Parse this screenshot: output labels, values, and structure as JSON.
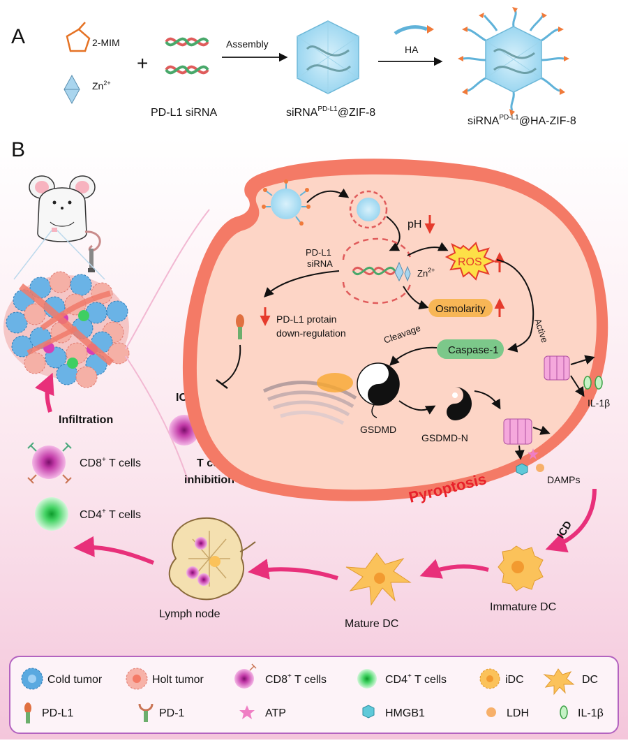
{
  "panel_a": {
    "letter": "A",
    "reagent_mim": "2-MIM",
    "reagent_zn": "Zn",
    "reagent_zn_sup": "2+",
    "sirna_label": "PD-L1 siRNA",
    "assembly_label": "Assembly",
    "ha_label": "HA",
    "product1_pre": "siRNA",
    "product1_sup": "PD-L1",
    "product1_post": "@ZIF-8",
    "product2_pre": "siRNA",
    "product2_sup": "PD-L1",
    "product2_post": "@HA-ZIF-8"
  },
  "panel_b": {
    "letter": "B",
    "cell": {
      "ph": "pH",
      "sirna_line1": "PD-L1",
      "sirna_line2": "siRNA",
      "zn": "Zn",
      "zn_sup": "2+",
      "ros": "ROS",
      "osmolarity": "Osmolarity",
      "active": "Active",
      "cleavage": "Cleavage",
      "caspase": "Caspase-1",
      "pdl1_line1": "PD-L1 protain",
      "pdl1_line2": "down-regulation",
      "gsdmd": "GSDMD",
      "gsdmd_n": "GSDMD-N",
      "pyroptosis": "Pyroptosis",
      "il1b": "IL-1β",
      "damps": "DAMPs"
    },
    "left": {
      "icb": "ICB",
      "infiltration": "Infiltration",
      "tcell_line1": "T cell",
      "tcell_line2": "inhibition",
      "cd8_pre": "CD8",
      "cd8_sup": "+",
      "cd8_post": " T cells",
      "cd4_pre": "CD4",
      "cd4_sup": "+",
      "cd4_post": " T cells"
    },
    "flow": {
      "icd": "ICD",
      "immature_dc": "Immature DC",
      "mature_dc": "Mature DC",
      "lymph_node": "Lymph node"
    }
  },
  "legend": {
    "cold_tumor": "Cold tumor",
    "holt_tumor": "Holt tumor",
    "cd8_pre": "CD8",
    "cd8_sup": "+",
    "cd8_post": " T cells",
    "cd4_pre": "CD4",
    "cd4_sup": "+",
    "cd4_post": " T cells",
    "idc": "iDC",
    "dc": "DC",
    "pdl1": "PD-L1",
    "pd1": "PD-1",
    "atp": "ATP",
    "hmgb1": "HMGB1",
    "ldh": "LDH",
    "il1b": "IL-1β"
  },
  "colors": {
    "arrow_pink": "#e8307a",
    "cell_outer": "#f47a66",
    "cell_inner": "#fdd5c6",
    "red_arrow": "#e53b2c",
    "osmolarity_fill": "#f7b656",
    "caspase_fill": "#7cc88a",
    "pyroptosis_red": "#e8212a",
    "legend_border": "#b363c0",
    "cd8_pink": "#d63fb6",
    "cd4_green": "#3fcf62"
  }
}
